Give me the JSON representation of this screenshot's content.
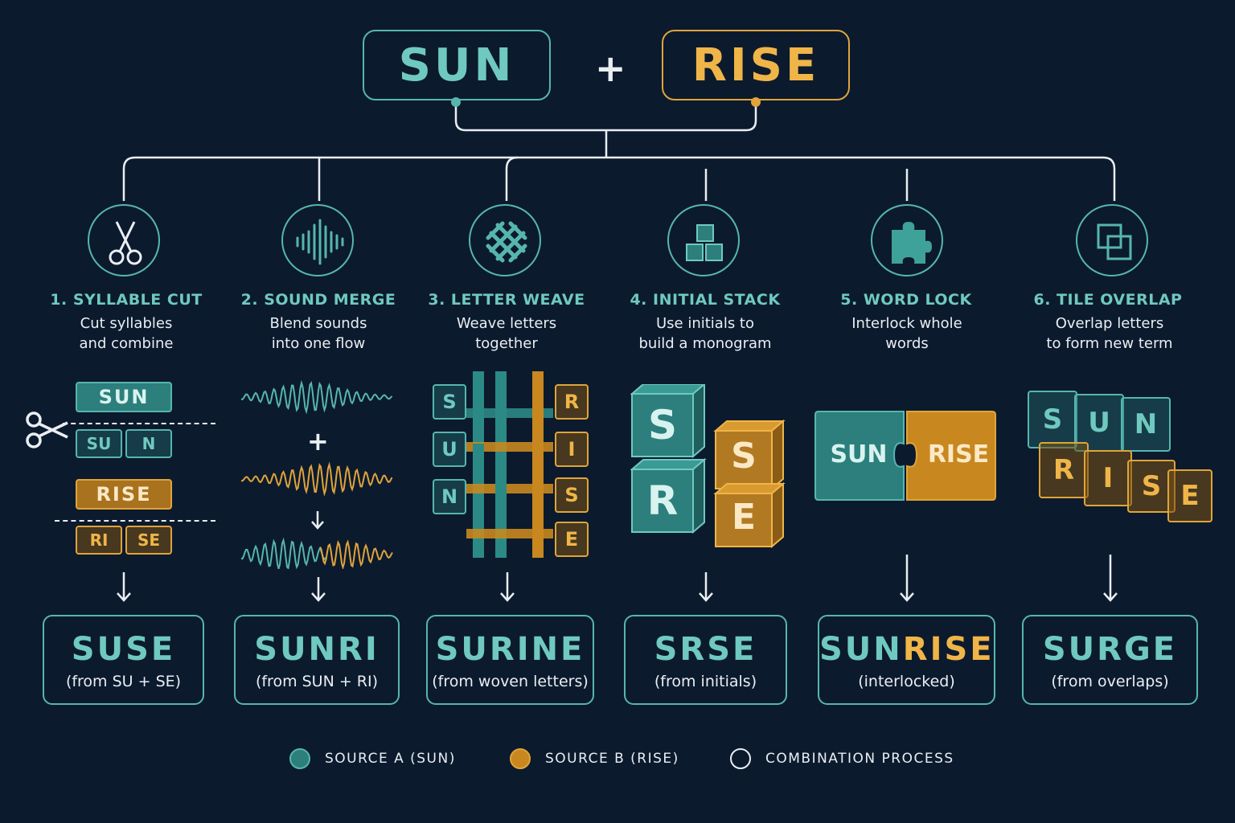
{
  "sources": {
    "a": {
      "label": "SUN",
      "color": "#6fc9c0"
    },
    "b": {
      "label": "RISE",
      "color": "#f0b548"
    },
    "plus": "+"
  },
  "methods": [
    {
      "title": "1. SYLLABLE CUT",
      "desc_line1": "Cut syllables",
      "desc_line2": "and combine",
      "icon": "scissors-icon",
      "result_word": "SUSE",
      "result_note": "(from SU + SE)"
    },
    {
      "title": "2. SOUND MERGE",
      "desc_line1": "Blend sounds",
      "desc_line2": "into one flow",
      "icon": "sound-wave-icon",
      "result_word": "SUNRI",
      "result_note": "(from SUN + RI)"
    },
    {
      "title": "3. LETTER WEAVE",
      "desc_line1": "Weave letters",
      "desc_line2": "together",
      "icon": "weave-icon",
      "result_word": "SURINE",
      "result_note": "(from woven letters)"
    },
    {
      "title": "4. INITIAL STACK",
      "desc_line1": "Use initials to",
      "desc_line2": "build a monogram",
      "icon": "stacked-cubes-icon",
      "result_word": "SRSE",
      "result_note": "(from initials)"
    },
    {
      "title": "5. WORD LOCK",
      "desc_line1": "Interlock whole",
      "desc_line2": "words",
      "icon": "puzzle-piece-icon",
      "result_word_a": "SUN",
      "result_word_b": "RISE",
      "result_note": "(interlocked)"
    },
    {
      "title": "6. TILE OVERLAP",
      "desc_line1": "Overlap letters",
      "desc_line2": "to form new term",
      "icon": "overlap-squares-icon",
      "result_word": "SURGE",
      "result_note": "(from overlaps)"
    }
  ],
  "illustrations": {
    "syllable_cut": {
      "top_word": "SUN",
      "top_parts": [
        "SU",
        "N"
      ],
      "bottom_word": "RISE",
      "bottom_parts": [
        "RI",
        "SE"
      ]
    },
    "sound_merge": {
      "plus": "+"
    },
    "letter_weave": {
      "left": [
        "S",
        "U",
        "N"
      ],
      "right": [
        "R",
        "I",
        "S",
        "E"
      ]
    },
    "initial_stack": {
      "teal": [
        "S",
        "R"
      ],
      "gold": [
        "S",
        "E"
      ]
    },
    "word_lock": {
      "left": "SUN",
      "right": "RISE"
    },
    "tile_overlap": {
      "teal": [
        "S",
        "U",
        "N"
      ],
      "gold": [
        "R",
        "I",
        "S",
        "E"
      ]
    }
  },
  "legend": [
    {
      "label": "SOURCE A (SUN)",
      "color": "#2c7f7c",
      "border": "#56b6ae"
    },
    {
      "label": "SOURCE B (RISE)",
      "color": "#c8881f",
      "border": "#e0a43a"
    },
    {
      "label": "COMBINATION PROCESS",
      "color": "transparent",
      "border": "#e9eef2"
    }
  ],
  "colors": {
    "background": "#0c1a2e",
    "teal": "#6fc9c0",
    "gold": "#f0b548",
    "line": "#e9eef2"
  }
}
